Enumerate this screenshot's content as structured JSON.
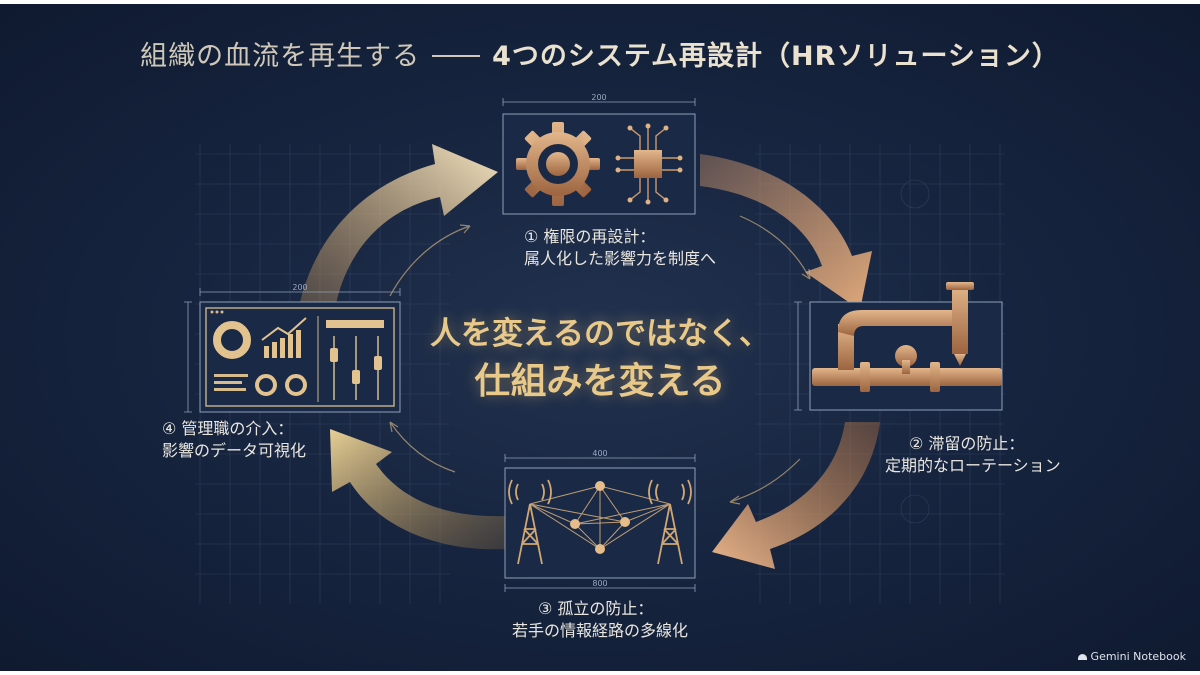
{
  "title": {
    "part1": "組織の血流を再生する",
    "part2": "4つのシステム再設計（HRソリューション）"
  },
  "center": {
    "line1": "人を変えるのではなく、",
    "line2": "仕組みを変える"
  },
  "steps": [
    {
      "heading": "① 権限の再設計：",
      "detail": "属人化した影響力を制度へ",
      "icon": "gear-and-chip-icon",
      "dimension": "200"
    },
    {
      "heading": "② 滞留の防止：",
      "detail": "定期的なローテーション",
      "icon": "pipe-valve-icon",
      "dimension": ""
    },
    {
      "heading": "③ 孤立の防止：",
      "detail": "若手の情報経路の多線化",
      "icon": "network-towers-icon",
      "dimension": "400",
      "dimension_bottom": "800"
    },
    {
      "heading": "④ 管理職の介入：",
      "detail": "影響のデータ可視化",
      "icon": "dashboard-icon",
      "dimension": "200"
    }
  ],
  "brand": "Gemini Notebook",
  "colors": {
    "background": "#172540",
    "gold": "#e8c98a",
    "copper": "#c58b5e",
    "line": "#8fa0b8"
  }
}
